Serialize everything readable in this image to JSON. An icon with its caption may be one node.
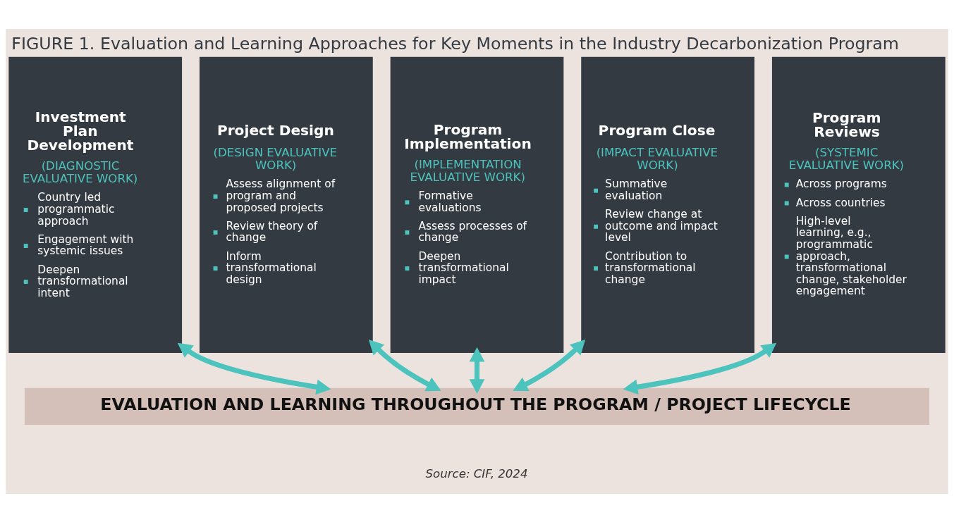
{
  "diagram": {
    "title": "FIGURE 1. Evaluation and Learning Approaches for Key Moments in the Industry Decarbonization Program",
    "caption": "Source: CIF, 2024",
    "nodes": [
      {
        "text": [
          "Investment Plan Development",
          "(DIAGNOSTIC EVALUATIVE WORK)",
          "Country led programmatic approach",
          "Engagement with systemic issues",
          "Deepen transformational intent"
        ]
      },
      {
        "text": [
          "Project Design",
          "(DESIGN EVALUATIVE WORK)",
          "Assess alignment of program and proposed projects",
          "Review theory of change",
          "Inform transformational design"
        ]
      },
      {
        "text": [
          "Program Implementation",
          "(IMPLEMENTATION EVALUATIVE WORK)",
          "Formative evaluations",
          "Assess processes of change",
          "Deepen transformational impact"
        ]
      },
      {
        "text": [
          "Program Close",
          "(IMPACT EVALUATIVE WORK)",
          "Summative evaluation",
          "Review change at outcome and impact level",
          "Contribution to transformational change"
        ]
      },
      {
        "text": [
          "Program Reviews",
          "(SYSTEMIC EVALUATIVE WORK)",
          "Across programs",
          "Across countries",
          "High-level learning, e.g., programmatic approach, transformational change, stakeholder engagement"
        ]
      },
      {
        "text": [
          "EVALUATION AND LEARNING THROUGHOUT THE PROGRAM / PROJECT LIFECYCLE"
        ]
      }
    ],
    "edges": [
      {
        "from": 0,
        "to": 5,
        "arrow": "both"
      },
      {
        "from": 1,
        "to": 5,
        "arrow": "both"
      },
      {
        "from": 2,
        "to": 5,
        "arrow": "both"
      },
      {
        "from": 3,
        "to": 5,
        "arrow": "both"
      },
      {
        "from": 4,
        "to": 5,
        "arrow": "both"
      }
    ]
  }
}
